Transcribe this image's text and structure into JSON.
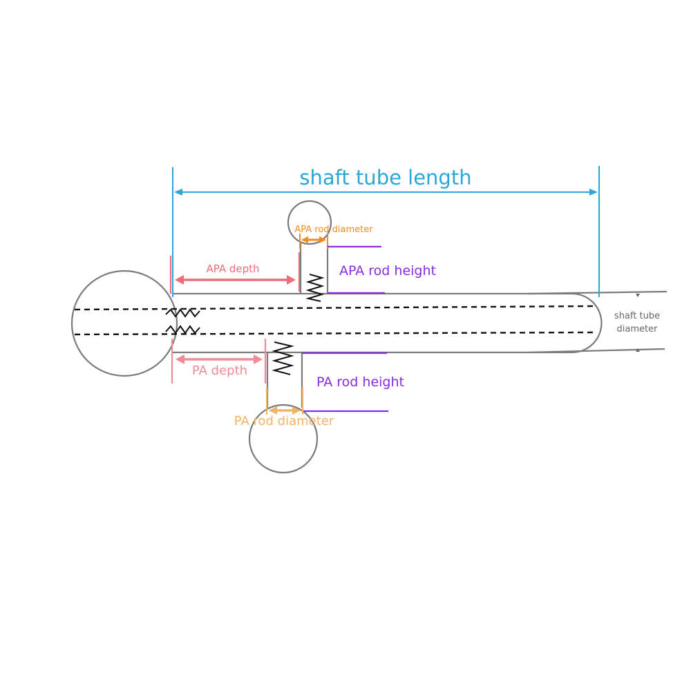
{
  "labels": {
    "shaft_tube_length": "shaft tube length",
    "apa_rod_diameter": "APA rod diameter",
    "apa_depth": "APA depth",
    "apa_rod_height": "APA rod height",
    "shaft_tube_diameter_line1": "shaft tube",
    "shaft_tube_diameter_line2": "diameter",
    "pa_depth": "PA depth",
    "pa_rod_height": "PA rod height",
    "pa_rod_diameter": "PA rod diameter"
  },
  "colors": {
    "outline": "#7a7a7a",
    "shaft_length": "#2aa7d6",
    "apa_diameter": "#f28c1e",
    "apa_depth": "#ef6d78",
    "rod_height": "#8a2be2",
    "pa_depth": "#f08a96",
    "pa_diameter": "#f3b366",
    "dark_text": "#666666",
    "spring": "#111111"
  }
}
